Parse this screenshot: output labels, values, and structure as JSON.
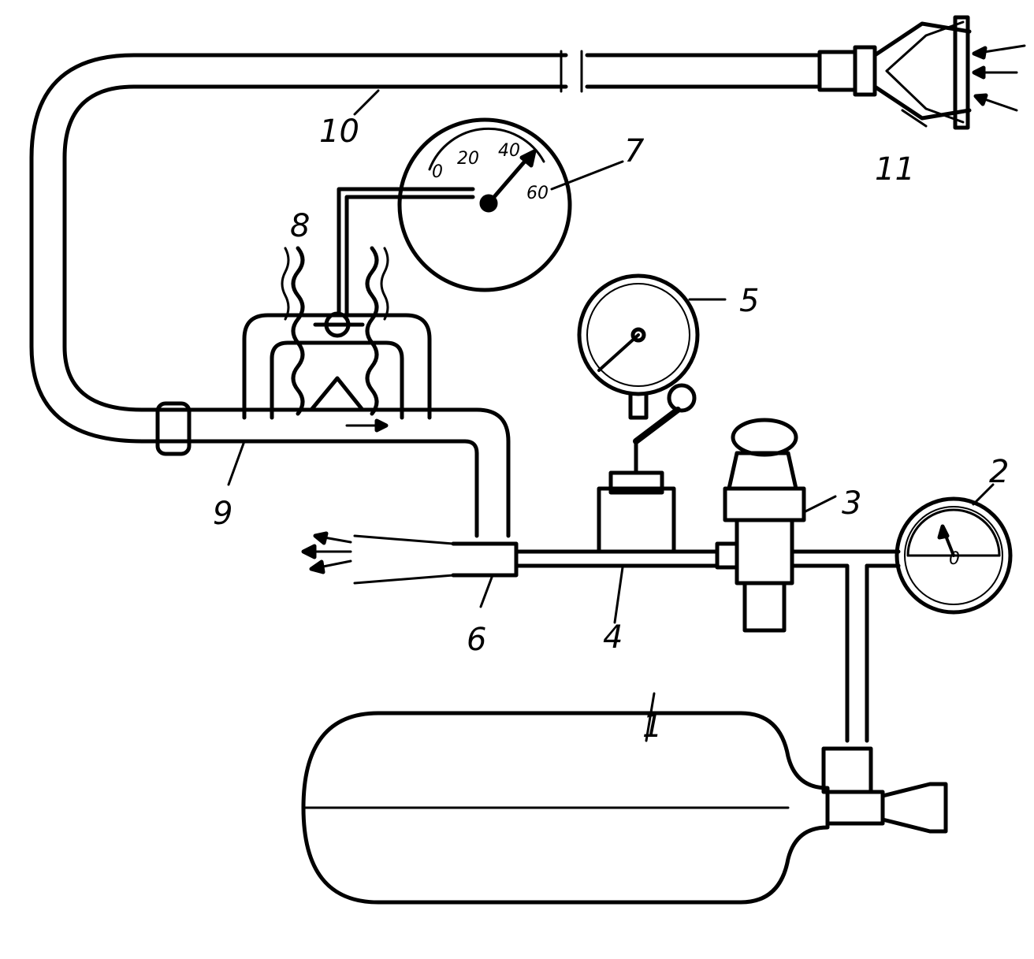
{
  "labels": {
    "cylinder": "1",
    "gauge_high": "2",
    "valve": "3",
    "reducer": "4",
    "gauge_low": "5",
    "ejector": "6",
    "vacuum_gauge": "7",
    "bellows": "8",
    "manifold": "9",
    "hose": "10",
    "mask": "11"
  },
  "gauge7_scale": [
    "0",
    "20",
    "40",
    "60"
  ],
  "gauge2_reading": "0",
  "colors": {
    "ink": "#000000",
    "paper": "#ffffff"
  }
}
